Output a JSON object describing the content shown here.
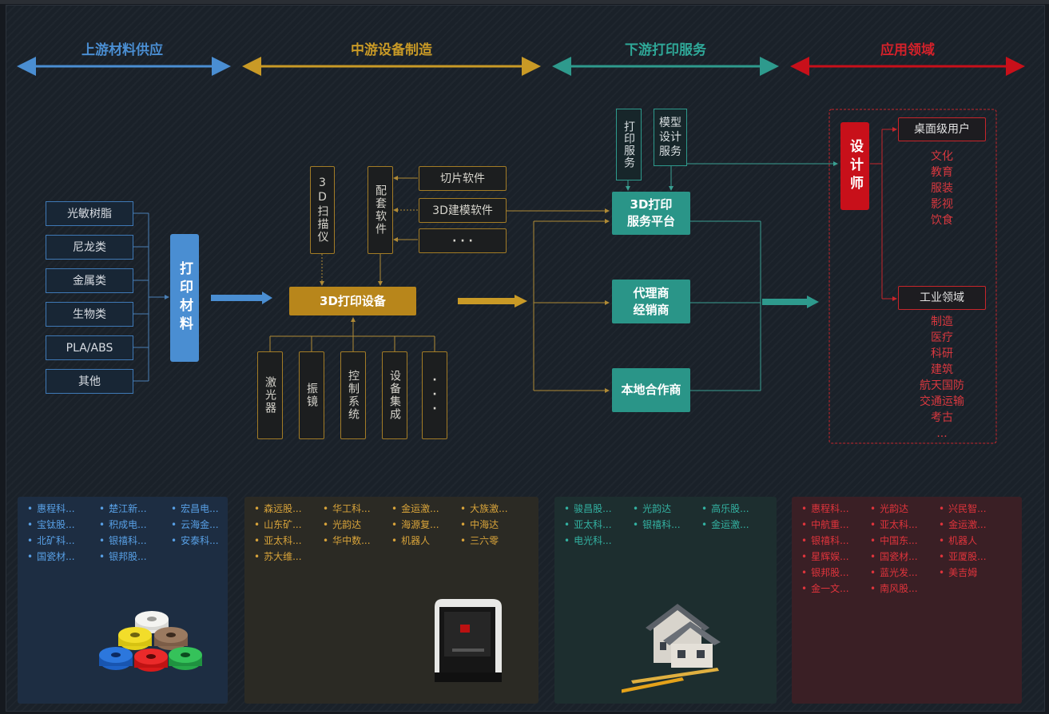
{
  "colors": {
    "upstream": "#4a8ed2",
    "midstream": "#c99a26",
    "downstream": "#2e9a8d",
    "application": "#c8101a"
  },
  "headers": {
    "upstream": "上游材料供应",
    "midstream": "中游设备制造",
    "downstream": "下游打印服务",
    "application": "应用领域"
  },
  "materials": {
    "items": [
      "光敏树脂",
      "尼龙类",
      "金属类",
      "生物类",
      "PLA/ABS",
      "其他"
    ],
    "target": "打印材料"
  },
  "midstream": {
    "scanner": "3D扫描仪",
    "software": "配套软件",
    "software_items": [
      "切片软件",
      "3D建模软件",
      "· · ·"
    ],
    "device": "3D打印设备",
    "components": [
      "激光器",
      "振镜",
      "控制系统",
      "设备集成",
      "···"
    ]
  },
  "downstream": {
    "print_service": "打印服务",
    "model_service": "模型设计服务",
    "platform": "3D打印服务平台",
    "agent": "代理商经销商",
    "partner": "本地合作商"
  },
  "application": {
    "designer": "设计师",
    "desktop": "桌面级用户",
    "desktop_items": [
      "文化",
      "教育",
      "服装",
      "影视",
      "饮食"
    ],
    "industry": "工业领域",
    "industry_items": [
      "制造",
      "医疗",
      "科研",
      "建筑",
      "航天国防",
      "交通运输",
      "考古",
      "..."
    ]
  },
  "companies": {
    "upstream": [
      "惠程科...",
      "楚江新...",
      "宏昌电...",
      "宝钛股...",
      "积成电...",
      "云海金...",
      "北矿科...",
      "银禧科...",
      "安泰科...",
      "国瓷材...",
      "银邦股..."
    ],
    "midstream": [
      "森远股...",
      "华工科...",
      "金运激...",
      "大族激...",
      "山东矿...",
      "光韵达",
      "海源复...",
      "中海达",
      "亚太科...",
      "华中数...",
      "机器人",
      "三六零",
      "苏大维..."
    ],
    "downstream": [
      "骏昌股...",
      "光韵达",
      "高乐股...",
      "亚太科...",
      "银禧科...",
      "金运激...",
      "电光科..."
    ],
    "application": [
      "惠程科...",
      "光韵达",
      "兴民智...",
      "中航重...",
      "亚太科...",
      "金运激...",
      "银禧科...",
      "中国东...",
      "机器人",
      "星辉娱...",
      "国瓷材...",
      "亚厦股...",
      "银邦股...",
      "蓝光发...",
      "美吉姆",
      "金一文...",
      "南风股..."
    ]
  }
}
